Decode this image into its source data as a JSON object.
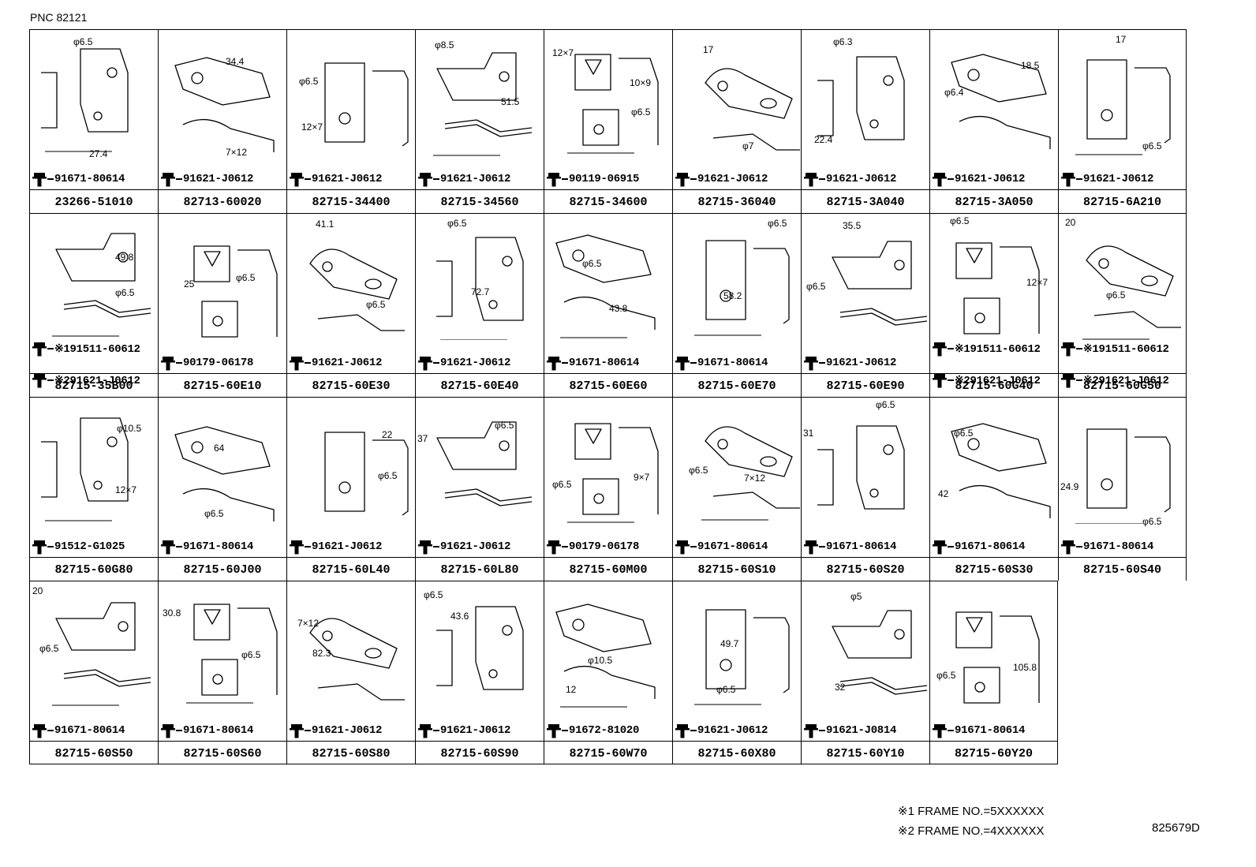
{
  "header": {
    "pnc": "PNC 82121"
  },
  "cells": [
    {
      "pn": "23266-51010",
      "fasteners": [
        "91671-80614"
      ],
      "dims": [
        "φ6.5",
        "27.4"
      ]
    },
    {
      "pn": "82713-60020",
      "fasteners": [
        "91621-J0612"
      ],
      "dims": [
        "34.4",
        "7×12"
      ]
    },
    {
      "pn": "82715-34400",
      "fasteners": [
        "91621-J0612"
      ],
      "dims": [
        "φ6.5",
        "12×7"
      ]
    },
    {
      "pn": "82715-34560",
      "fasteners": [
        "91621-J0612"
      ],
      "dims": [
        "φ8.5",
        "51.5"
      ]
    },
    {
      "pn": "82715-34600",
      "fasteners": [
        "90119-06915"
      ],
      "dims": [
        "12×7",
        "10×9",
        "φ6.5"
      ]
    },
    {
      "pn": "82715-36040",
      "fasteners": [
        "91621-J0612"
      ],
      "dims": [
        "17",
        "φ7"
      ]
    },
    {
      "pn": "82715-3A040",
      "fasteners": [
        "91621-J0612"
      ],
      "dims": [
        "φ6.3",
        "22.4"
      ]
    },
    {
      "pn": "82715-3A050",
      "fasteners": [
        "91621-J0612"
      ],
      "dims": [
        "18.5",
        "φ6.4"
      ]
    },
    {
      "pn": "82715-6A210",
      "fasteners": [
        "91621-J0612"
      ],
      "dims": [
        "17",
        "φ6.5"
      ]
    },
    {
      "pn": "82715-35B00",
      "fasteners": [
        "※191511-60612",
        "※291621-J0612"
      ],
      "dims": [
        "49.8",
        "φ6.5"
      ]
    },
    {
      "pn": "82715-60E10",
      "fasteners": [
        "90179-06178"
      ],
      "dims": [
        "25",
        "φ6.5"
      ]
    },
    {
      "pn": "82715-60E30",
      "fasteners": [
        "91621-J0612"
      ],
      "dims": [
        "41.1",
        "φ6.5"
      ]
    },
    {
      "pn": "82715-60E40",
      "fasteners": [
        "91621-J0612"
      ],
      "dims": [
        "φ6.5",
        "72.7"
      ]
    },
    {
      "pn": "82715-60E60",
      "fasteners": [
        "91671-80614"
      ],
      "dims": [
        "φ6.5",
        "43.8"
      ]
    },
    {
      "pn": "82715-60E70",
      "fasteners": [
        "91671-80614"
      ],
      "dims": [
        "φ6.5",
        "58.2"
      ]
    },
    {
      "pn": "82715-60E90",
      "fasteners": [
        "91621-J0612"
      ],
      "dims": [
        "35.5",
        "φ6.5"
      ]
    },
    {
      "pn": "82715-60G40",
      "fasteners": [
        "※191511-60612",
        "※291621-J0612"
      ],
      "dims": [
        "φ6.5",
        "12×7"
      ]
    },
    {
      "pn": "82715-60G50",
      "fasteners": [
        "※191511-60612",
        "※291621-J0612"
      ],
      "dims": [
        "20",
        "φ6.5"
      ]
    },
    {
      "pn": "82715-60G80",
      "fasteners": [
        "91512-G1025"
      ],
      "dims": [
        "φ10.5",
        "12×7"
      ]
    },
    {
      "pn": "82715-60J00",
      "fasteners": [
        "91671-80614"
      ],
      "dims": [
        "64",
        "φ6.5"
      ]
    },
    {
      "pn": "82715-60L40",
      "fasteners": [
        "91621-J0612"
      ],
      "dims": [
        "22",
        "φ6.5"
      ]
    },
    {
      "pn": "82715-60L80",
      "fasteners": [
        "91621-J0612"
      ],
      "dims": [
        "37",
        "φ6.5"
      ]
    },
    {
      "pn": "82715-60M00",
      "fasteners": [
        "90179-06178"
      ],
      "dims": [
        "φ6.5",
        "9×7"
      ]
    },
    {
      "pn": "82715-60S10",
      "fasteners": [
        "91671-80614"
      ],
      "dims": [
        "φ6.5",
        "7×12"
      ]
    },
    {
      "pn": "82715-60S20",
      "fasteners": [
        "91671-80614"
      ],
      "dims": [
        "31",
        "φ6.5"
      ]
    },
    {
      "pn": "82715-60S30",
      "fasteners": [
        "91671-80614"
      ],
      "dims": [
        "φ6.5",
        "42"
      ]
    },
    {
      "pn": "82715-60S40",
      "fasteners": [
        "91671-80614"
      ],
      "dims": [
        "24.9",
        "φ6.5"
      ]
    },
    {
      "pn": "82715-60S50",
      "fasteners": [
        "91671-80614"
      ],
      "dims": [
        "20",
        "φ6.5"
      ]
    },
    {
      "pn": "82715-60S60",
      "fasteners": [
        "91671-80614"
      ],
      "dims": [
        "30.8",
        "φ6.5"
      ]
    },
    {
      "pn": "82715-60S80",
      "fasteners": [
        "91621-J0612"
      ],
      "dims": [
        "7×12",
        "82.3"
      ]
    },
    {
      "pn": "82715-60S90",
      "fasteners": [
        "91621-J0612"
      ],
      "dims": [
        "φ6.5",
        "43.6"
      ]
    },
    {
      "pn": "82715-60W70",
      "fasteners": [
        "91672-81020"
      ],
      "dims": [
        "φ10.5",
        "12"
      ]
    },
    {
      "pn": "82715-60X80",
      "fasteners": [
        "91621-J0612"
      ],
      "dims": [
        "49.7",
        "φ6.5"
      ]
    },
    {
      "pn": "82715-60Y10",
      "fasteners": [
        "91621-J0814"
      ],
      "dims": [
        "φ5",
        "32"
      ]
    },
    {
      "pn": "82715-60Y20",
      "fasteners": [
        "91671-80614"
      ],
      "dims": [
        "φ6.5",
        "105.8"
      ]
    }
  ],
  "notes": [
    "※1 FRAME NO.=5XXXXXX",
    "※2 FRAME NO.=4XXXXXX"
  ],
  "diagram_code": "825679D"
}
